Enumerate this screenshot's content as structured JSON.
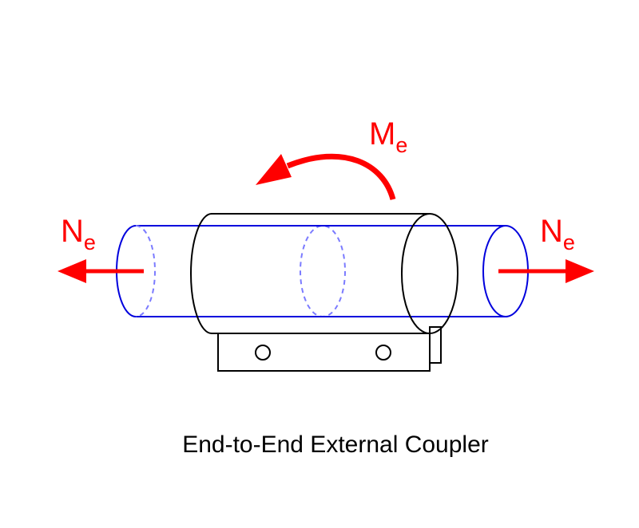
{
  "caption": "End-to-End External Coupler",
  "labels": {
    "moment_main": "M",
    "moment_sub": "e",
    "force_left_main": "N",
    "force_left_sub": "e",
    "force_right_main": "N",
    "force_right_sub": "e"
  },
  "colors": {
    "pipe": "#0000dd",
    "pipe_hidden": "#7b7bff",
    "coupler": "#000000",
    "force": "#ff0000"
  }
}
